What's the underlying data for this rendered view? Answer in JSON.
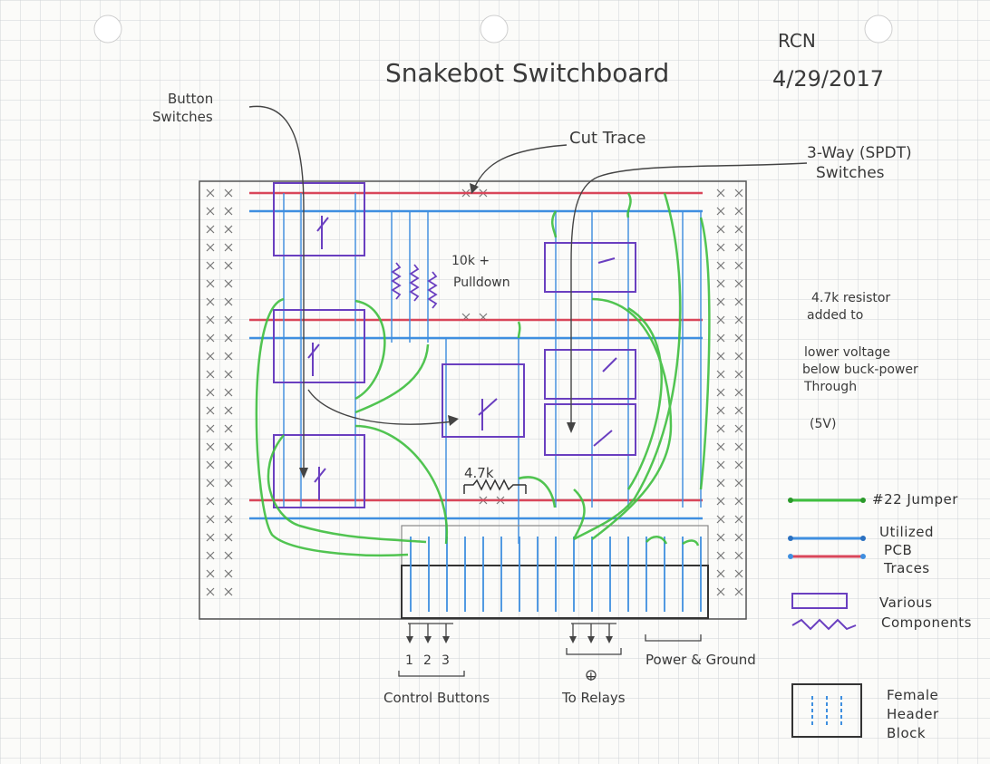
{
  "title": "Snakebot   Switchboard",
  "author": "RCN",
  "date": "4/29/2017",
  "labels": {
    "button_switches": [
      "Button",
      "Switches"
    ],
    "cut_trace": "Cut Trace",
    "three_way": [
      "3-Way (SPDT)",
      "Switches"
    ],
    "pulldown": [
      "10k +",
      "Pulldown"
    ],
    "resistor_value": "4.7k",
    "control_buttons": "Control Buttons",
    "button_numbers": [
      "1",
      "2",
      "3"
    ],
    "to_relays": "To Relays",
    "power_ground": "Power & Ground",
    "plus_sign": "+"
  },
  "note": [
    "4.7k resistor",
    "added to",
    "lower voltage",
    "below buck-power",
    "Through",
    "(5V)"
  ],
  "legend": [
    {
      "label": [
        "#22 Jumper"
      ],
      "color": "#3fbf3f",
      "kind": "jumper"
    },
    {
      "label": [
        "Utilized",
        "PCB",
        "Traces"
      ],
      "color": "#3f8fe0",
      "kind": "trace"
    },
    {
      "label": [
        "Various",
        "Components"
      ],
      "color": "#6a3fc0",
      "kind": "component"
    },
    {
      "label": [
        "Female",
        "Header",
        "Block"
      ],
      "color": "#3f8fe0",
      "kind": "header"
    }
  ],
  "colors": {
    "grid": "#cfd3d6",
    "red_trace": "#d9465a",
    "blue_trace": "#3f8fe0",
    "green_jumper": "#3fbf3f",
    "purple_component": "#6a3fc0",
    "pencil": "#444444"
  }
}
